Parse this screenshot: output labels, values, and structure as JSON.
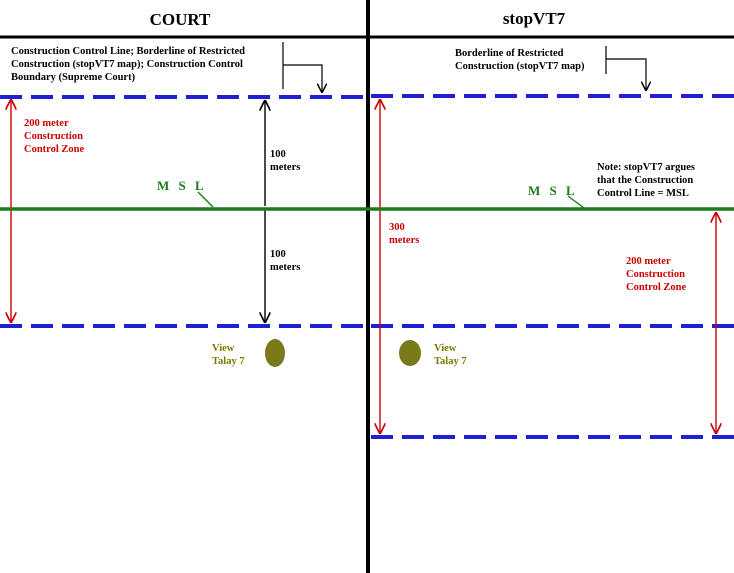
{
  "headers": {
    "left": "COURT",
    "right": "stopVT7"
  },
  "court": {
    "label_lines": [
      "Construction Control Line; Borderline of Restricted",
      "Construction (stopVT7 map); Construction Control",
      "Boundary (Supreme Court)"
    ],
    "zone_lines": [
      "200 meter",
      "Construction",
      "Control Zone"
    ],
    "msl": "M S L",
    "upper_distance": [
      "100",
      "meters"
    ],
    "lower_distance": [
      "100",
      "meters"
    ],
    "view_label": [
      "View",
      "Talay 7"
    ]
  },
  "stopvt7": {
    "label_lines": [
      "Borderline of Restricted",
      "Construction (stopVT7 map)"
    ],
    "note_lines": [
      "Note: stopVT7 argues",
      "that the Construction",
      "Control Line = MSL"
    ],
    "msl": "M S L",
    "distance": [
      "300",
      "meters"
    ],
    "zone_lines": [
      "200 meter",
      "Construction",
      "Control Zone"
    ],
    "view_label": [
      "View",
      "Talay 7"
    ]
  },
  "colors": {
    "boundary_dash": "#1f1fd6",
    "msl_line": "#1d7a1d",
    "zone_arrow": "#cc0000",
    "building": "#7a7a1a",
    "divider": "#000000"
  }
}
